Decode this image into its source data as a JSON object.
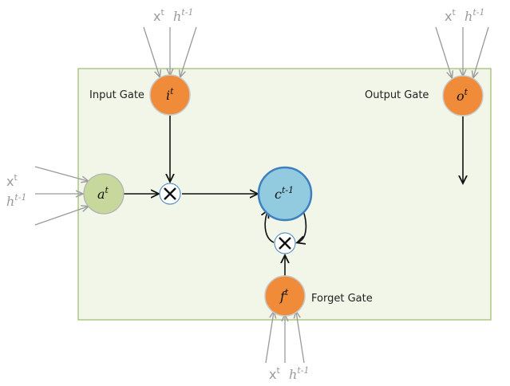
{
  "labels": {
    "input_gate": "Input Gate",
    "output_gate": "Output Gate",
    "forget_gate": "Forget Gate"
  },
  "inputs": {
    "x_base": "x",
    "x_sup": "t",
    "h_base": "h",
    "h_sup": "t-1"
  },
  "nodes": {
    "input_gate": {
      "base": "i",
      "sup": "t"
    },
    "output_gate": {
      "base": "o",
      "sup": "t"
    },
    "forget_gate": {
      "base": "f",
      "sup": "t"
    },
    "activation": {
      "base": "a",
      "sup": "t"
    },
    "cell": {
      "base": "c",
      "sup": "t-1"
    }
  },
  "colors": {
    "box_fill": "#f1f6e8",
    "box_stroke": "#9cbb6a",
    "gate_fill": "#f08b3a",
    "activation_fill": "#c6d89c",
    "cell_fill": "#92cbe0",
    "cell_stroke": "#3d7fbf",
    "input_arrow": "#9a9a9a",
    "edge": "#111111"
  },
  "icons": {
    "multiply": "multiply-icon"
  }
}
